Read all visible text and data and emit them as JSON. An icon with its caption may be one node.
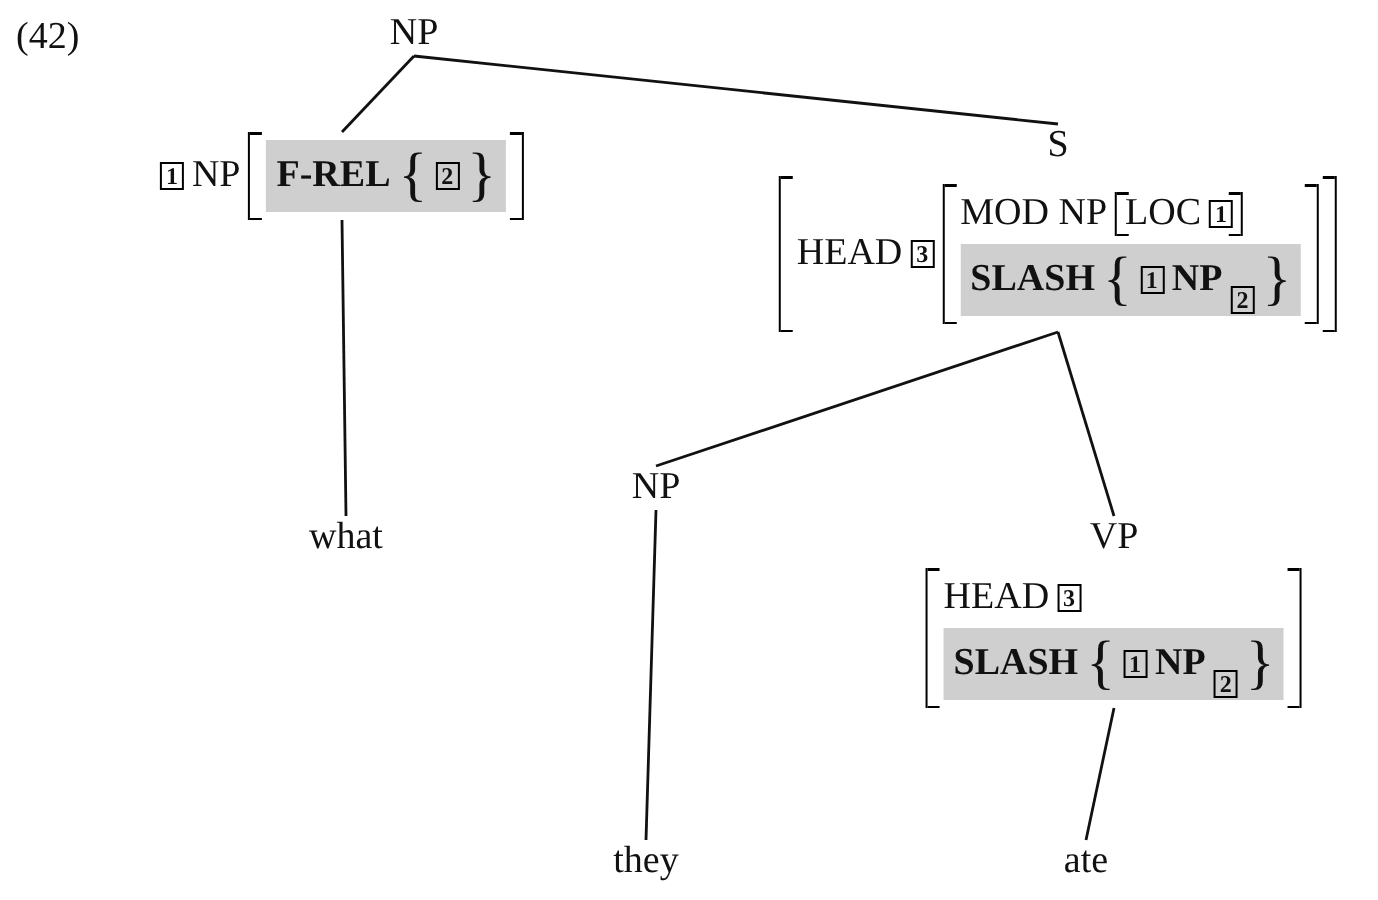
{
  "diagram": {
    "nodes": [
      {
        "text": [
          "NP"
        ]
      },
      {
        "text": [
          "1",
          "NP",
          "F-REL",
          "{",
          "2",
          "}"
        ]
      },
      {
        "text": [
          "what"
        ]
      },
      {
        "text": [
          "S",
          "HEAD",
          "3",
          "MOD NP",
          "LOC",
          "1",
          "SLASH",
          "{",
          "1",
          "NP",
          "2",
          "}"
        ]
      },
      {
        "text": [
          "NP"
        ]
      },
      {
        "text": [
          "VP",
          "HEAD",
          "3",
          "SLASH",
          "{",
          "1",
          "NP",
          "2",
          "}"
        ]
      },
      {
        "text": [
          "they"
        ]
      },
      {
        "text": [
          "ate"
        ]
      }
    ],
    "edges": [
      {
        "from": 0,
        "to": 1,
        "arrow": "none"
      },
      {
        "from": 0,
        "to": 3,
        "arrow": "none"
      },
      {
        "from": 1,
        "to": 2,
        "arrow": "none"
      },
      {
        "from": 3,
        "to": 4,
        "arrow": "none"
      },
      {
        "from": 3,
        "to": 5,
        "arrow": "none"
      },
      {
        "from": 4,
        "to": 6,
        "arrow": "none"
      },
      {
        "from": 5,
        "to": 7,
        "arrow": "none"
      }
    ],
    "labels": [
      "(42)"
    ]
  }
}
